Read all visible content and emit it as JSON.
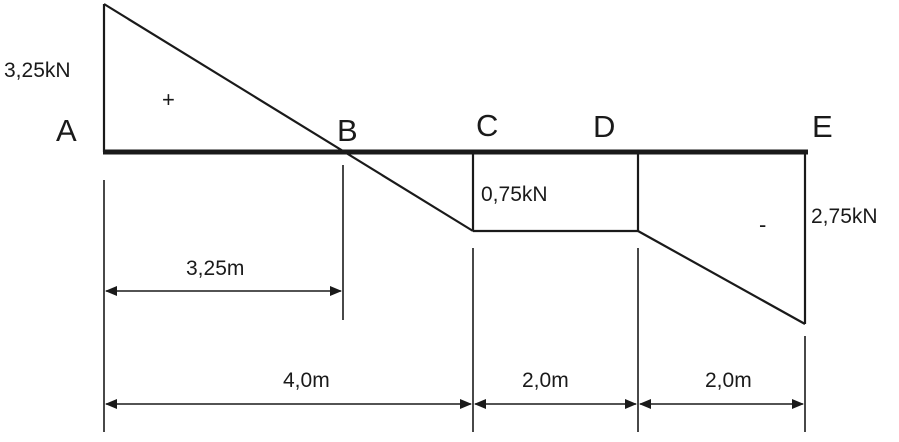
{
  "points": {
    "a": "A",
    "b": "B",
    "c": "C",
    "d": "D",
    "e": "E"
  },
  "values": {
    "left": "3,25kN",
    "middle": "0,75kN",
    "right": "2,75kN"
  },
  "signs": {
    "positive": "+",
    "negative": "-"
  },
  "dimensions": {
    "ab": "3,25m",
    "ac": "4,0m",
    "cd": "2,0m",
    "de": "2,0m"
  },
  "colors": {
    "ink": "#1a1a1a",
    "background": "#ffffff"
  }
}
